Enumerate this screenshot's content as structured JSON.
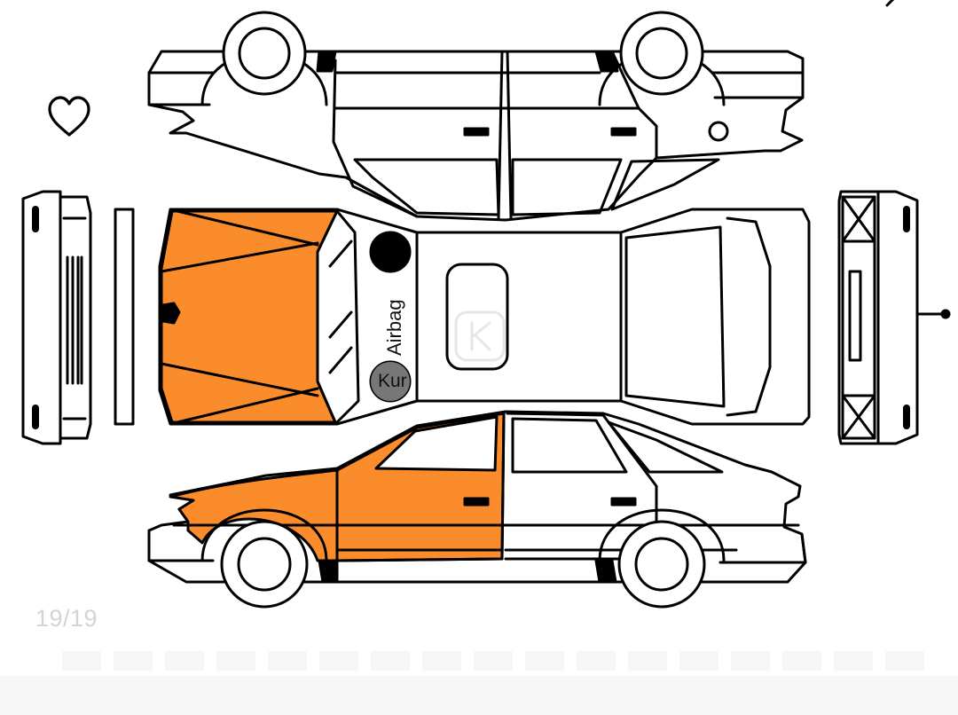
{
  "viewer": {
    "counter": "19/19",
    "favorite_icon": "heart-outline-icon",
    "share_icon": "share-icon",
    "next_icon": "chevron-right-icon"
  },
  "diagram": {
    "airbag_label": "Airbag",
    "cut_label": "Kur",
    "watermark_icon": "k-logo-icon",
    "colors": {
      "highlight": "#fb8c2c",
      "outline": "#000000",
      "background": "#ffffff"
    },
    "highlighted_parts": [
      "hood",
      "front-left-fender",
      "front-left-door"
    ]
  },
  "thumbnails_count": 17
}
